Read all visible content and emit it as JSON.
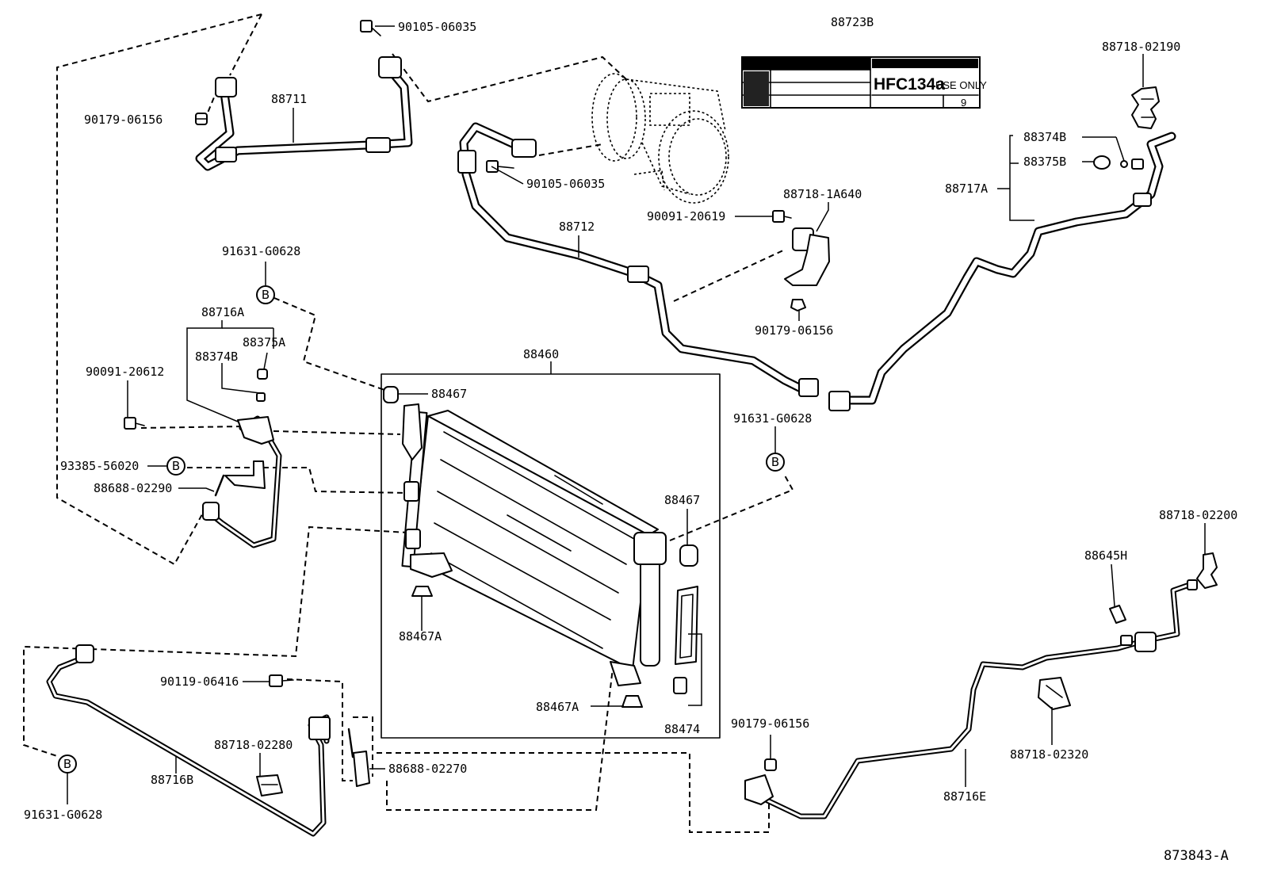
{
  "labels": {
    "p88711": "88711",
    "p90105_a": "90105-06035",
    "p90179_a": "90179-06156",
    "p88723B": "88723B",
    "p88718_02190": "88718-02190",
    "p88374B_r": "88374B",
    "p88375B": "88375B",
    "p88717A": "88717A",
    "p90105_b": "90105-06035",
    "p88712": "88712",
    "p90091_20619": "90091-20619",
    "p88718_1A640": "88718-1A640",
    "p90179_b": "90179-06156",
    "p91631_a": "91631-G0628",
    "p88716A": "88716A",
    "p88375A": "88375A",
    "p88374B_l": "88374B",
    "p90091_20612": "90091-20612",
    "p93385": "93385-56020",
    "p88688_02290": "88688-02290",
    "p88460": "88460",
    "p88467_a": "88467",
    "p88467_b": "88467",
    "p91631_b": "91631-G0628",
    "p88467A_a": "88467A",
    "p88467A_b": "88467A",
    "p88474": "88474",
    "p90119": "90119-06416",
    "p88718_02280": "88718-02280",
    "p88688_02270": "88688-02270",
    "p88716B": "88716B",
    "p91631_c": "91631-G0628",
    "p90179_c": "90179-06156",
    "p88718_02200": "88718-02200",
    "p88645H": "88645H",
    "p88718_02320": "88718-02320",
    "p88716E": "88716E",
    "diagram_code": "873843-A"
  },
  "callouts": {
    "b1": "B",
    "b2": "B",
    "b3": "B",
    "b4": "B"
  },
  "refrigerant_label": {
    "main_text": "HFC134a",
    "suffix_text": "USE ONLY",
    "number": "9"
  }
}
